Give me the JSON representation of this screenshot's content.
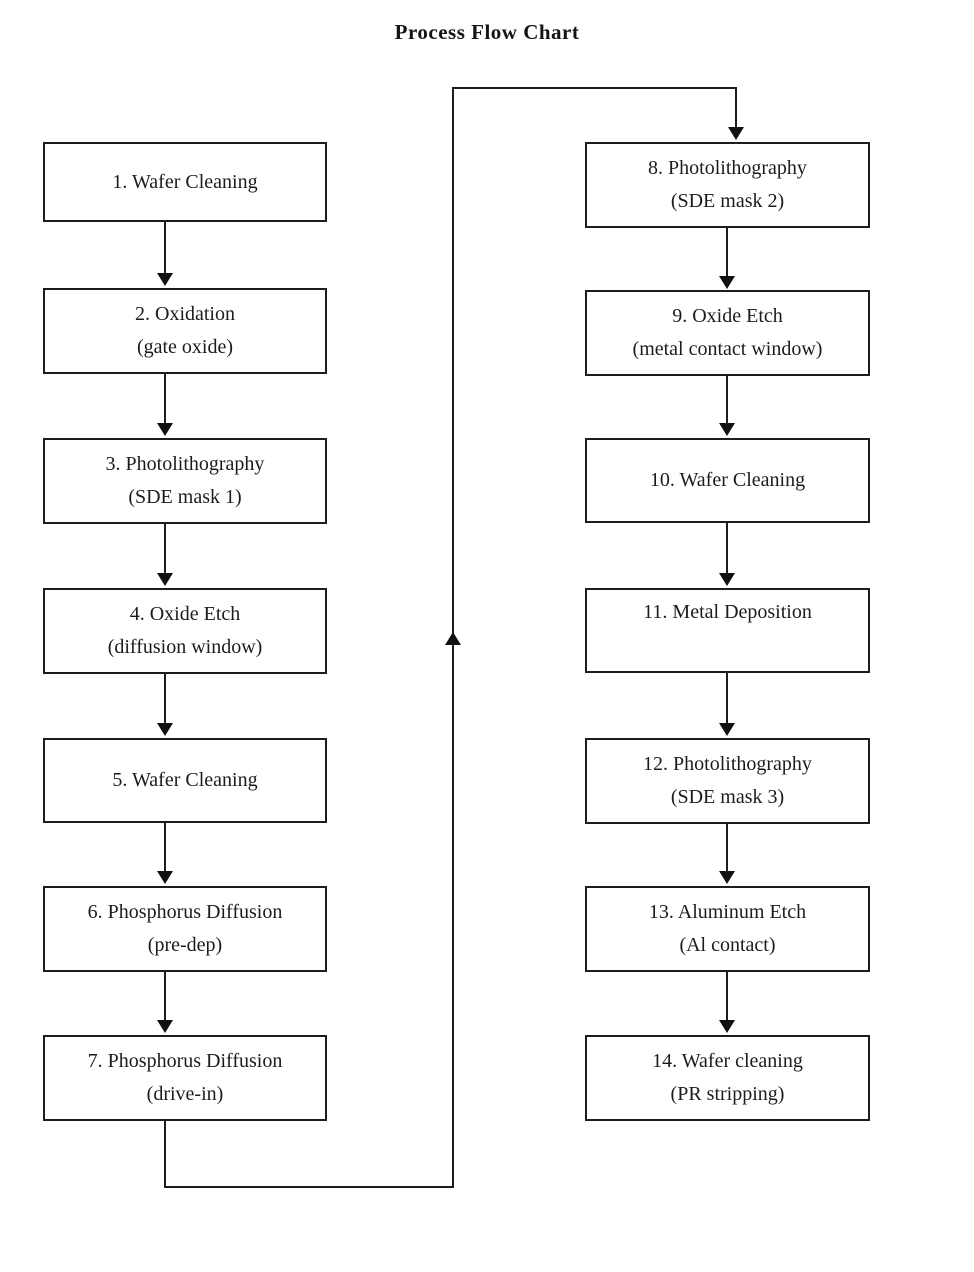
{
  "title": "Process Flow Chart",
  "colors": {
    "box_border": "#1d1d1d",
    "connector": "#1d1d1d",
    "text": "#1c1c1c",
    "background": "#ffffff"
  },
  "nodes": [
    {
      "id": "step-1",
      "line1": "1. Wafer Cleaning",
      "line2": "",
      "column": "left",
      "align": "center"
    },
    {
      "id": "step-2",
      "line1": "2.  Oxidation",
      "line2": "(gate oxide)",
      "column": "left",
      "align": "center"
    },
    {
      "id": "step-3",
      "line1": "3. Photolithography",
      "line2": "(SDE mask 1)",
      "column": "left",
      "align": "center"
    },
    {
      "id": "step-4",
      "line1": "4. Oxide Etch",
      "line2": "(diffusion window)",
      "column": "left",
      "align": "center"
    },
    {
      "id": "step-5",
      "line1": "5. Wafer Cleaning",
      "line2": "",
      "column": "left",
      "align": "center"
    },
    {
      "id": "step-6",
      "line1": "6. Phosphorus Diffusion",
      "line2": "(pre-dep)",
      "column": "left",
      "align": "center"
    },
    {
      "id": "step-7",
      "line1": "7. Phosphorus Diffusion",
      "line2": "(drive-in)",
      "column": "left",
      "align": "center"
    },
    {
      "id": "step-8",
      "line1": "8. Photolithography",
      "line2": "(SDE mask 2)",
      "column": "right",
      "align": "center"
    },
    {
      "id": "step-9",
      "line1": "9.  Oxide Etch",
      "line2": "(metal contact window)",
      "column": "right",
      "align": "center"
    },
    {
      "id": "step-10",
      "line1": "10. Wafer Cleaning",
      "line2": "",
      "column": "right",
      "align": "center"
    },
    {
      "id": "step-11",
      "line1": "11. Metal Deposition",
      "line2": "",
      "column": "right",
      "align": "top"
    },
    {
      "id": "step-12",
      "line1": "12. Photolithography",
      "line2": "(SDE mask 3)",
      "column": "right",
      "align": "center"
    },
    {
      "id": "step-13",
      "line1": "13.  Aluminum Etch",
      "line2": "(Al contact)",
      "column": "right",
      "align": "center"
    },
    {
      "id": "step-14",
      "line1": "14. Wafer cleaning",
      "line2": "(PR stripping)",
      "column": "right",
      "align": "center"
    }
  ],
  "flow": {
    "sequence": "1 -> 2 -> 3 -> 4 -> 5 -> 6 -> 7 -> 8 -> 9 -> 10 -> 11 -> 12 -> 13 -> 14",
    "column_transition": "7 -> 8 (routed left, up, right, down)"
  }
}
